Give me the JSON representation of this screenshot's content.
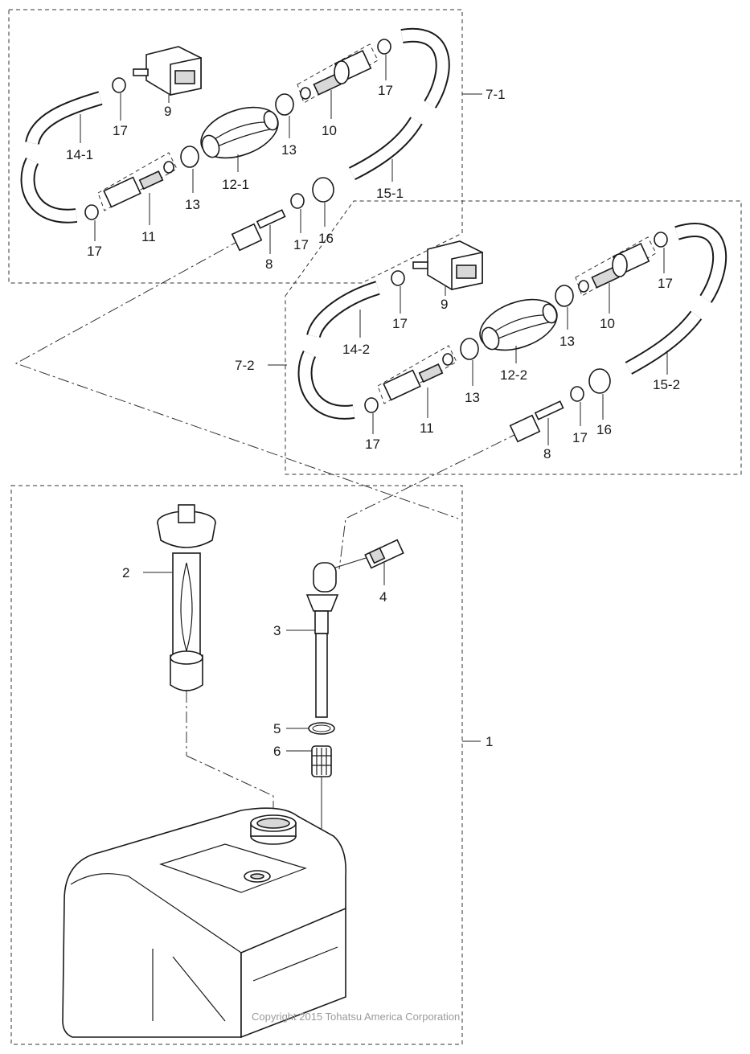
{
  "labels": {
    "l1": "1",
    "l2": "2",
    "l3": "3",
    "l4": "4",
    "l5": "5",
    "l6": "6",
    "l7_1": "7-1",
    "l7_2": "7-2",
    "a8": "8",
    "a9": "9",
    "a10": "10",
    "a11": "11",
    "a12": "12-1",
    "a13a": "13",
    "a13b": "13",
    "a14": "14-1",
    "a15": "15-1",
    "a16": "16",
    "a17a": "17",
    "a17b": "17",
    "a17c": "17",
    "a17d": "17",
    "b8": "8",
    "b9": "9",
    "b10": "10",
    "b11": "11",
    "b12": "12-2",
    "b13a": "13",
    "b13b": "13",
    "b14": "14-2",
    "b15": "15-2",
    "b16": "16",
    "b17a": "17",
    "b17b": "17",
    "b17c": "17",
    "b17d": "17"
  },
  "copyright": "Copyright 2015 Tohatsu America Corporation"
}
